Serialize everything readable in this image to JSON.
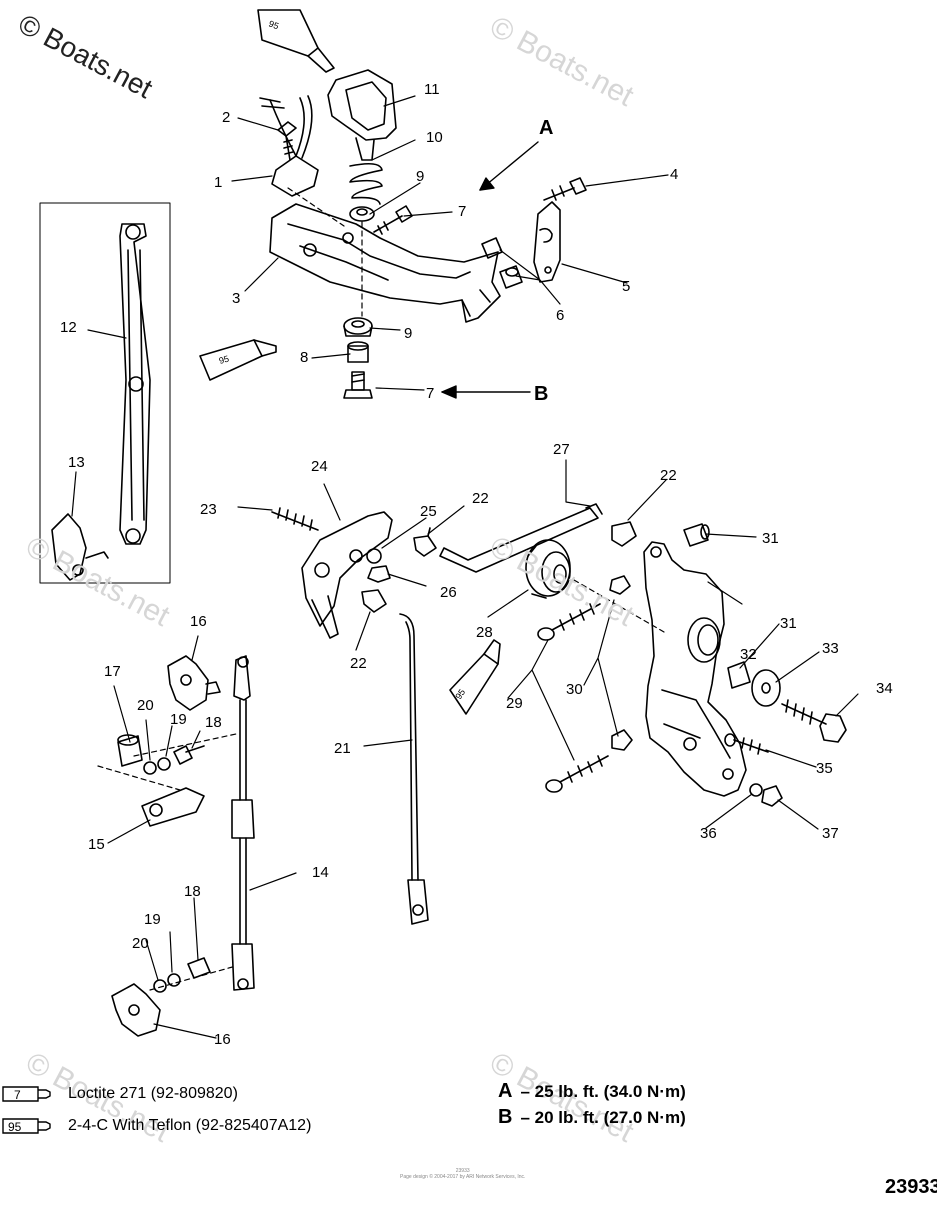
{
  "watermarks": {
    "main": "© Boats.net",
    "repeat": "© Boats.net"
  },
  "callouts": [
    "1",
    "2",
    "3",
    "4",
    "5",
    "6",
    "7",
    "7",
    "8",
    "9",
    "9",
    "10",
    "11",
    "12",
    "13",
    "14",
    "15",
    "16",
    "16",
    "17",
    "18",
    "18",
    "19",
    "19",
    "20",
    "20",
    "21",
    "22",
    "22",
    "22",
    "23",
    "24",
    "25",
    "26",
    "27",
    "28",
    "29",
    "30",
    "31",
    "31",
    "32",
    "33",
    "34",
    "35",
    "36",
    "37"
  ],
  "refs": {
    "a": "A",
    "b": "B"
  },
  "tube_labels": [
    "95",
    "95",
    "95"
  ],
  "legend": [
    {
      "tube": "7",
      "text": "Loctite 271 (92-809820)"
    },
    {
      "tube": "95",
      "text": "2-4-C  With Teflon (92-825407A12)"
    }
  ],
  "torque": [
    {
      "key": "A",
      "text": "– 25 lb. ft. (34.0 N·m)"
    },
    {
      "key": "B",
      "text": "– 20 lb. ft. (27.0 N·m)"
    }
  ],
  "figure_number": "23933",
  "fineprint": [
    "23933",
    "Page design © 2004-2017 by ARI Network Services, Inc."
  ]
}
